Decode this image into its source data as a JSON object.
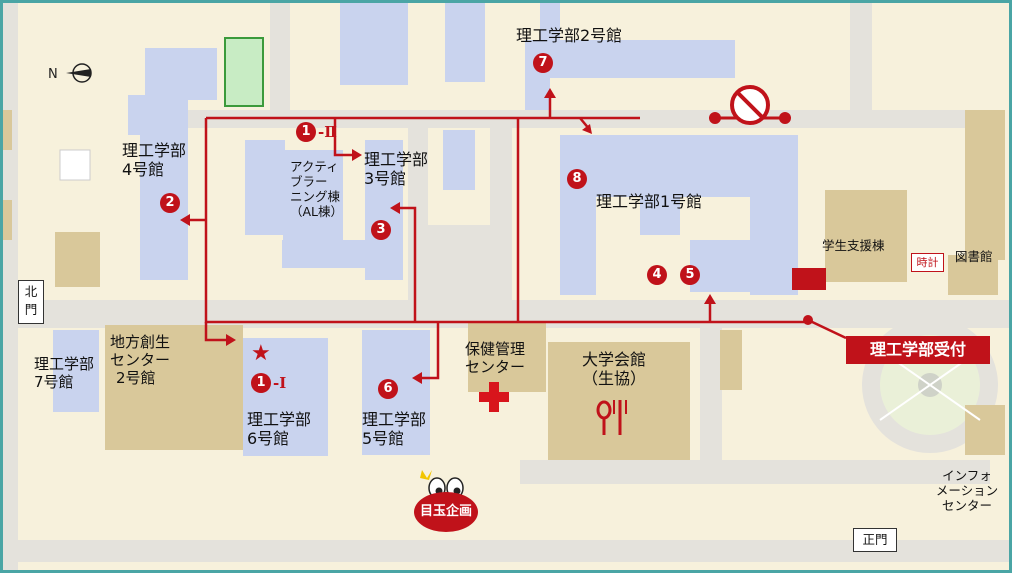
{
  "colors": {
    "route": "#c0121a",
    "building": "#c9d3ee",
    "ground": "#f7f1dc",
    "road": "#e4e2dc",
    "other_building": "#d9c89a",
    "border": "#4aa5a5"
  },
  "icons": {
    "compass": "north-arrow-icon",
    "no_entry": "no-entry-icon",
    "first_aid": "red-cross-icon",
    "cafeteria": "spoon-fork-icon",
    "featured": "eyes-icon"
  },
  "buildings": {
    "bldg4_line1": "理工学部",
    "bldg4_line2": "4号館",
    "al_line1": "アクティ",
    "al_line2": "ブラー",
    "al_line3": "ニング棟",
    "al_line4": "（AL棟）",
    "bldg3_line1": "理工学部",
    "bldg3_line2": "3号館",
    "bldg2": "理工学部2号館",
    "bldg1": "理工学部1号館",
    "student_support": "学生支援棟",
    "library": "図書館",
    "bldg7_line1": "理工学部",
    "bldg7_line2": "7号館",
    "regional_line1": "地方創生",
    "regional_line2": "センター",
    "regional_line3": "2号館",
    "bldg6_line1": "理工学部",
    "bldg6_line2": "6号館",
    "bldg5_line1": "理工学部",
    "bldg5_line2": "5号館",
    "health_line1": "保健管理",
    "health_line2": "センター",
    "hall_line1": "大学会館",
    "hall_line2": "（生協）",
    "info_line1": "インフォ",
    "info_line2": "メーション",
    "info_line3": "センター"
  },
  "markers": {
    "m1": "1",
    "m1_suffix_II": "-Ⅱ",
    "m1_suffix_I": "-Ⅰ",
    "m2": "2",
    "m3": "3",
    "m4": "4",
    "m5": "5",
    "m6": "6",
    "m7": "7",
    "m8": "8",
    "star": "★"
  },
  "labels": {
    "clock": "時計",
    "reception": "理工学部受付",
    "north_gate_line1": "北",
    "north_gate_line2": "門",
    "main_gate": "正門",
    "featured_event": "目玉企画"
  }
}
